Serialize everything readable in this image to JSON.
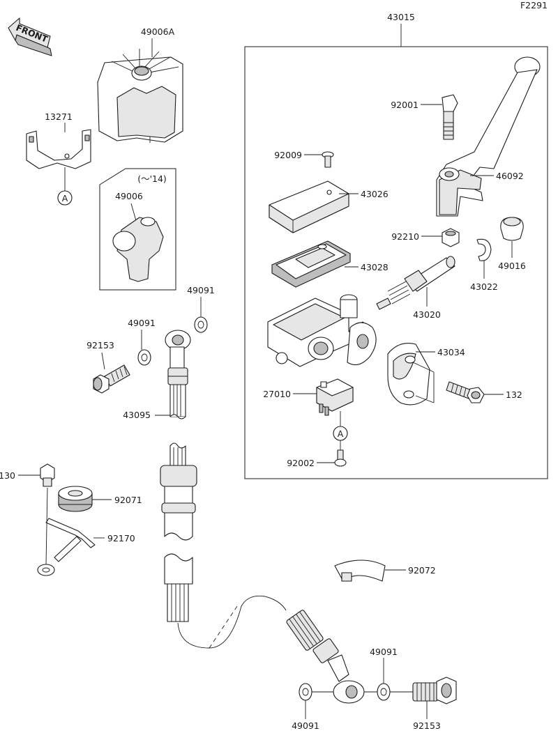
{
  "figure_id": "F2291",
  "front_label": "FRONT",
  "inset_note": "(～'14)",
  "callouts": {
    "c43015": "43015",
    "c49006A": "49006A",
    "c13271": "13271",
    "cA_top": "A",
    "c49006": "49006",
    "c49091_a": "49091",
    "c49091_b": "49091",
    "c92153_a": "92153",
    "c43095": "43095",
    "c130_left": "130",
    "c92071": "92071",
    "c92170": "92170",
    "c92072": "92072",
    "c49091_c": "49091",
    "c49091_d": "49091",
    "c92153_b": "92153",
    "c92001": "92001",
    "c46092": "46092",
    "c92009": "92009",
    "c43026": "43026",
    "c92210": "92210",
    "c49016": "49016",
    "c43028": "43028",
    "c43022": "43022",
    "c43020": "43020",
    "c43034": "43034",
    "c27010": "27010",
    "c132": "132",
    "cA_bottom": "A",
    "c92002": "92002"
  }
}
